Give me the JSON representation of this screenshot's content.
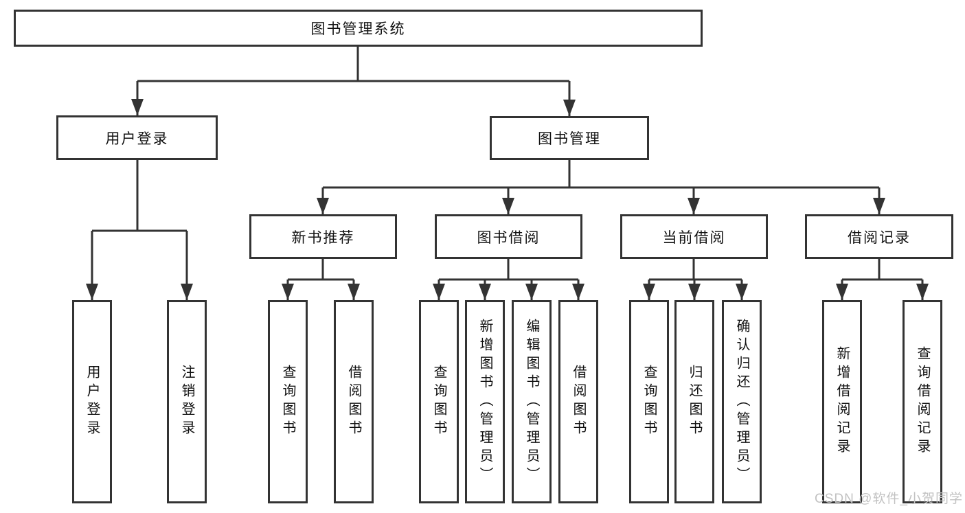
{
  "watermark": "CSDN @软件_小贺同学",
  "colors": {
    "line": "#333333",
    "box_border": "#333333",
    "text": "#111111",
    "watermark": "#c2c2c2",
    "background": "#ffffff"
  },
  "tree": {
    "label": "图书管理系统",
    "children": [
      {
        "label": "用户登录",
        "children": [
          {
            "label": "用户登录"
          },
          {
            "label": "注销登录"
          }
        ]
      },
      {
        "label": "图书管理",
        "children": [
          {
            "label": "新书推荐",
            "children": [
              {
                "label": "查询图书"
              },
              {
                "label": "借阅图书"
              }
            ]
          },
          {
            "label": "图书借阅",
            "children": [
              {
                "label": "查询图书"
              },
              {
                "label": "新增图书（管理员）"
              },
              {
                "label": "编辑图书（管理员）"
              },
              {
                "label": "借阅图书"
              }
            ]
          },
          {
            "label": "当前借阅",
            "children": [
              {
                "label": "查询图书"
              },
              {
                "label": "归还图书"
              },
              {
                "label": "确认归还（管理员）"
              }
            ]
          },
          {
            "label": "借阅记录",
            "children": [
              {
                "label": "新增借阅记录"
              },
              {
                "label": "查询借阅记录"
              }
            ]
          }
        ]
      }
    ]
  }
}
